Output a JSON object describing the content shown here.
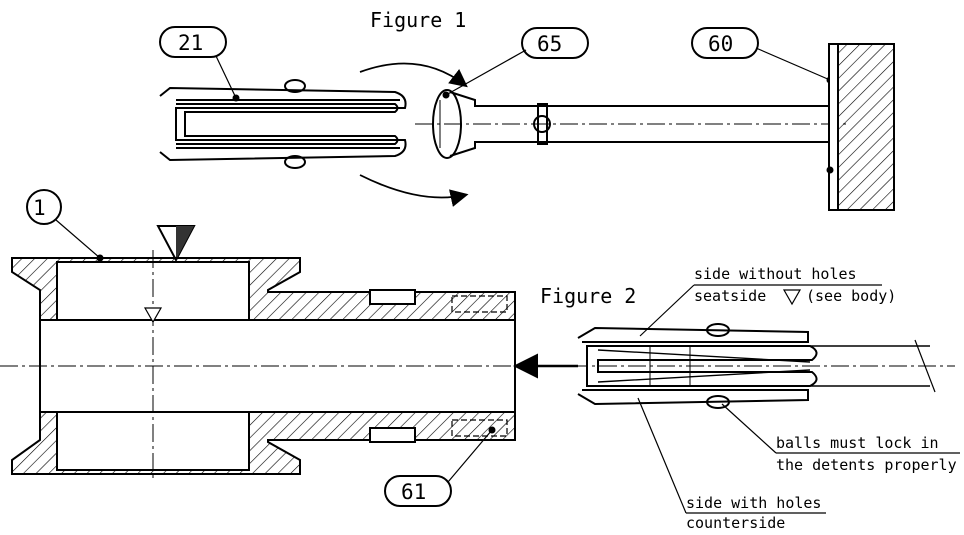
{
  "figure_labels": {
    "figure1": "Figure 1",
    "figure2": "Figure 2"
  },
  "callouts": {
    "c21": "21",
    "c65": "65",
    "c60": "60",
    "c1": "1",
    "c61": "61"
  },
  "notes": {
    "side_without_holes": "side without holes",
    "seatside": "seatside",
    "see_body": "(see body)",
    "balls_line1": "balls must lock in",
    "balls_line2": "the detents properly",
    "side_with_holes": "side with holes",
    "counterside": "counterside"
  }
}
